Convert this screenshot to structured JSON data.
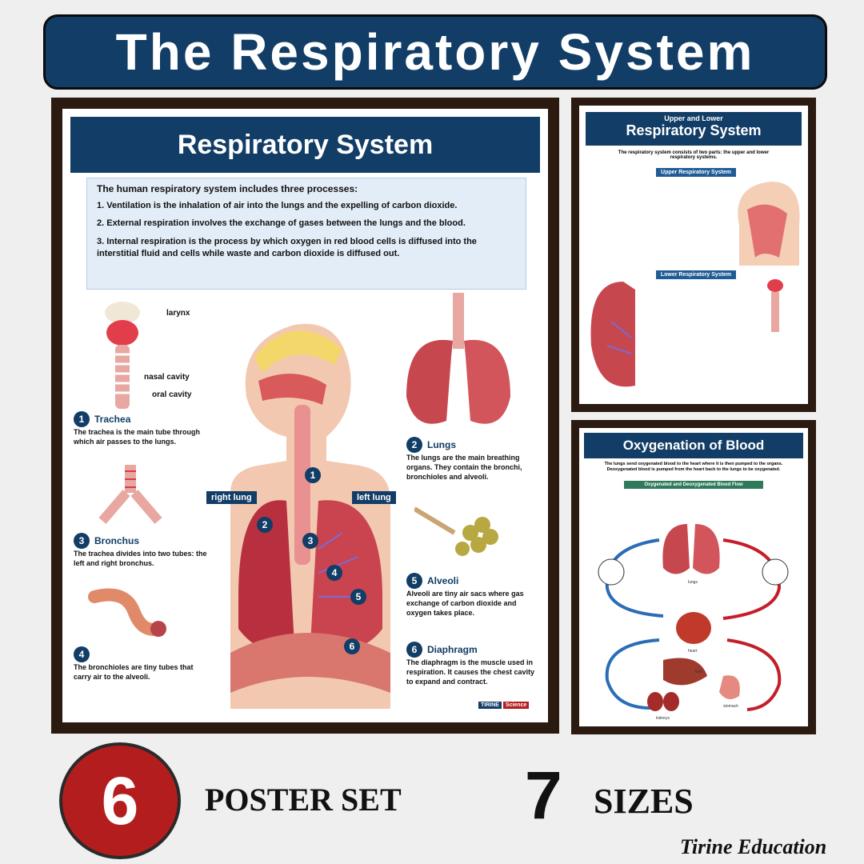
{
  "banner": {
    "title": "The Respiratory System"
  },
  "main_poster": {
    "title": "Respiratory System",
    "intro_heading": "The human respiratory system includes three processes:",
    "processes": [
      "1. Ventilation is the inhalation of air into the lungs and the expelling of carbon dioxide.",
      "2. External respiration involves the exchange of gases between the lungs and the blood.",
      "3. Internal respiration is the process by which oxygen in red blood cells is diffused into the interstitial fluid and cells while waste and carbon dioxide is diffused out."
    ],
    "pointers": {
      "larynx": "larynx",
      "nasal_cavity": "nasal cavity",
      "oral_cavity": "oral cavity",
      "right_lung": "right lung",
      "left_lung": "left lung"
    },
    "items": [
      {
        "num": "1",
        "title": "Trachea",
        "desc": "The trachea is the main tube through which air passes to the lungs."
      },
      {
        "num": "2",
        "title": "Lungs",
        "desc": "The lungs are the main breathing organs. They contain the bronchi, bronchioles and alveoli."
      },
      {
        "num": "3",
        "title": "Bronchus",
        "desc": "The trachea divides into two tubes: the left and right bronchus."
      },
      {
        "num": "4",
        "title": "",
        "desc": "The bronchioles are tiny tubes that carry air to the alveoli."
      },
      {
        "num": "5",
        "title": "Alveoli",
        "desc": "Alveoli are tiny air sacs where gas exchange of carbon dioxide and oxygen takes place."
      },
      {
        "num": "6",
        "title": "Diaphragm",
        "desc": "The diaphragm is the muscle used in respiration. It causes the chest cavity to expand and contract."
      }
    ],
    "diagram_nums": [
      "1",
      "2",
      "3",
      "4",
      "5",
      "6"
    ],
    "brand": {
      "name": "TIRINE",
      "sub": "Science"
    }
  },
  "upper_poster": {
    "subtitle": "Upper and Lower",
    "title": "Respiratory System",
    "intro": "The respiratory system consists of two parts: the upper and lower respiratory systems.",
    "section1": "Upper Respiratory System",
    "section2": "Lower Respiratory System"
  },
  "oxygen_poster": {
    "title": "Oxygenation of Blood",
    "intro": "The lungs send oxygenated blood to the heart where it is then pumped to the organs. Deoxygenated blood is pumped from the heart back to the lungs to be oxygenated.",
    "section": "Oxygenated and Deoxygenated Blood Flow",
    "labels": {
      "lungs": "lungs",
      "heart": "heart",
      "liver": "liver",
      "stomach": "stomach",
      "kidneys": "kidneys"
    }
  },
  "footer": {
    "count": "6",
    "poster_set": "POSTER SET",
    "sizes_count": "7",
    "sizes": "SIZES",
    "brand": "Tirine Education"
  },
  "colors": {
    "navy": "#123d66",
    "red": "#b41d1d",
    "frame": "#2b1a10"
  }
}
